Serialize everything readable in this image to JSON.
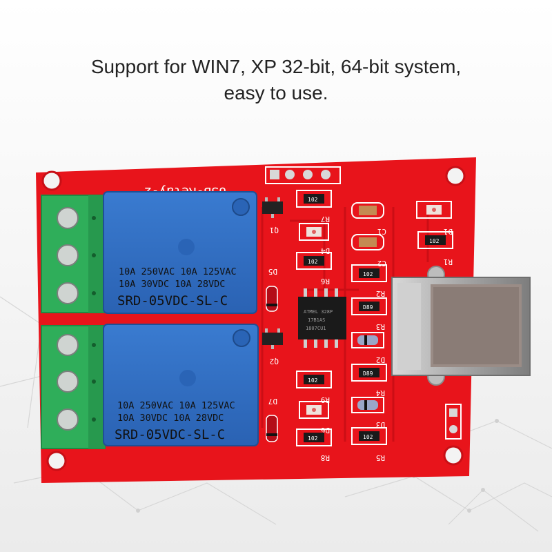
{
  "headline": {
    "line1": "Support for WIN7, XP 32-bit, 64-bit system,",
    "line2": "easy to use."
  },
  "board": {
    "silkscreen_title": "USB-Relay-2",
    "relays": [
      {
        "rating1": "10A 250VAC  10A 125VAC",
        "rating2": "10A  30VDC  10A  28VDC",
        "model": "SRD-05VDC-SL-C"
      },
      {
        "rating1": "10A 250VAC  10A 125VAC",
        "rating2": "10A  30VDC  10A  28VDC",
        "model": "SRD-05VDC-SL-C"
      }
    ],
    "chip": {
      "line1": "ATMEL 328P",
      "line2": "17B1AS",
      "line3": "1807CU1"
    },
    "resistor_code": "102",
    "zener_code": "D89",
    "labels": {
      "q1": "Q1",
      "q2": "Q2",
      "d5": "D5",
      "d4": "D4",
      "d6": "D6",
      "d7": "D7",
      "r7": "R7",
      "r6": "R6",
      "r9": "R9",
      "r8": "R8",
      "c1": "C1",
      "c2": "C2",
      "r2": "R2",
      "r3": "R3",
      "d2": "D2",
      "r4": "R4",
      "d3": "D3",
      "r5": "R5",
      "d1": "D1",
      "r1": "R1"
    },
    "colors": {
      "pcb": "#e8141b",
      "relay": "#2f6fc4",
      "terminal": "#2fae5a",
      "usb_shell": "#b8b8b8"
    }
  }
}
